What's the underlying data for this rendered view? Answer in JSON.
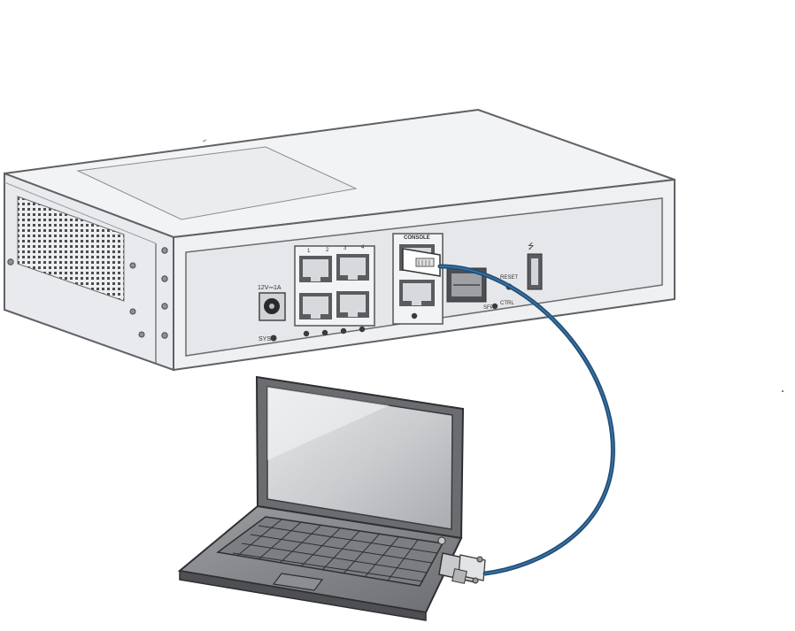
{
  "device": {
    "labels": {
      "power_rating": "12V⎓1A",
      "sys": "SYS",
      "console": "CONSOLE",
      "reset": "RESET",
      "sfp": "SFP",
      "ctrl": "CTRL"
    },
    "port_numbers": [
      "1",
      "2",
      "3",
      "4"
    ],
    "usb_symbol": "⭍"
  },
  "colors": {
    "device_body": "#eff0f2",
    "device_outline": "#5f6166",
    "front_panel": "#e6e7ea",
    "console_cable": "#1f4f7a",
    "laptop_body": "#6b6c70",
    "laptop_screen": "#d7d9dc"
  }
}
